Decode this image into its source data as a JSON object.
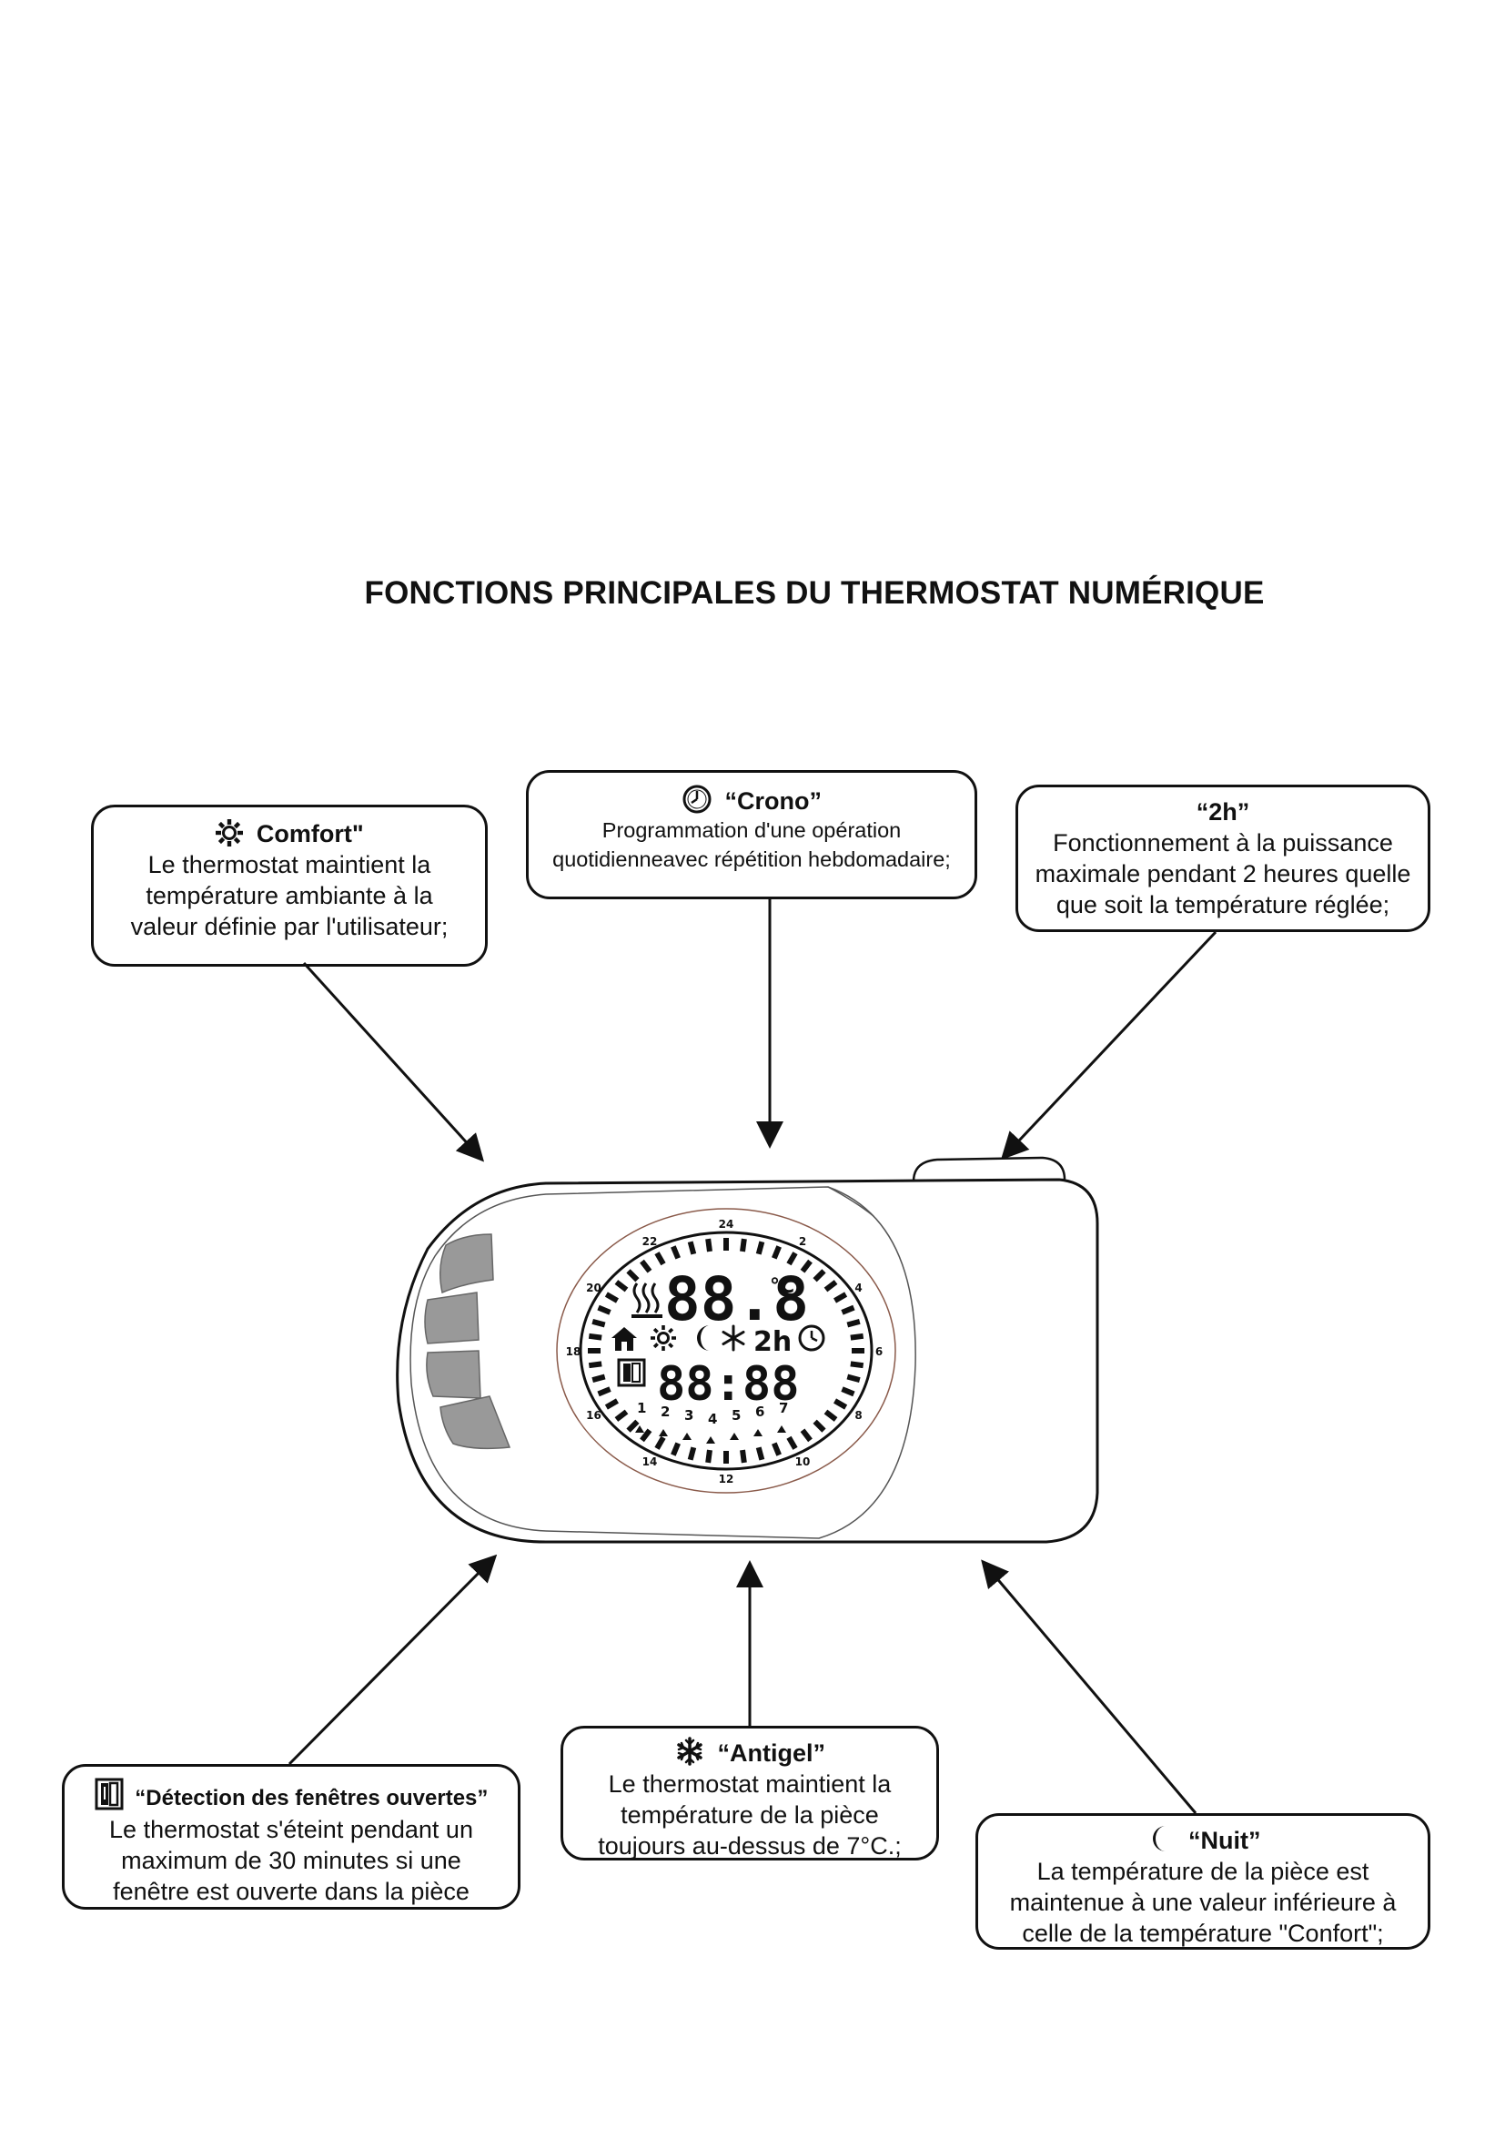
{
  "title": "FONCTIONS PRINCIPALES DU THERMOSTAT NUMÉRIQUE",
  "functions": {
    "comfort": {
      "label": "Comfort\"",
      "lines": [
        "Le thermostat maintient la",
        "température ambiante à la",
        "valeur définie par l'utilisateur;"
      ],
      "icon": "sun-icon"
    },
    "crono": {
      "label": "“Crono”",
      "lines": [
        "Programmation d'une opération",
        "quotidienneavec répétition hebdomadaire;"
      ],
      "icon": "clock-icon"
    },
    "two_h": {
      "label": "“2h”",
      "lines": [
        "Fonctionnement à la puissance",
        "maximale pendant 2 heures quelle",
        "que soit la température réglée;"
      ]
    },
    "window": {
      "label": "“Détection des fenêtres ouvertes”",
      "lines": [
        "Le thermostat s'éteint pendant un",
        "maximum de 30 minutes si une",
        "fenêtre est ouverte dans la pièce"
      ],
      "icon": "open-window-icon"
    },
    "antigel": {
      "label": "“Antigel”",
      "lines": [
        "Le thermostat maintient la",
        "température de la pièce",
        "toujours au-dessus de 7°C.;"
      ],
      "icon": "snowflake-icon"
    },
    "nuit": {
      "label": "“Nuit”",
      "lines": [
        "La température de la pièce est",
        "maintenue à une valeur inférieure à",
        "celle de la température \"Confort\";"
      ],
      "icon": "moon-icon"
    }
  },
  "display": {
    "temperature": "88.8",
    "unit": "°C",
    "time": "88:88",
    "mode_2h": "2h",
    "dial_numbers": [
      "24",
      "2",
      "4",
      "6",
      "8",
      "10",
      "12",
      "14",
      "16",
      "18",
      "20",
      "22"
    ],
    "program_numbers": [
      "1",
      "2",
      "3",
      "4",
      "5",
      "6",
      "7"
    ]
  }
}
